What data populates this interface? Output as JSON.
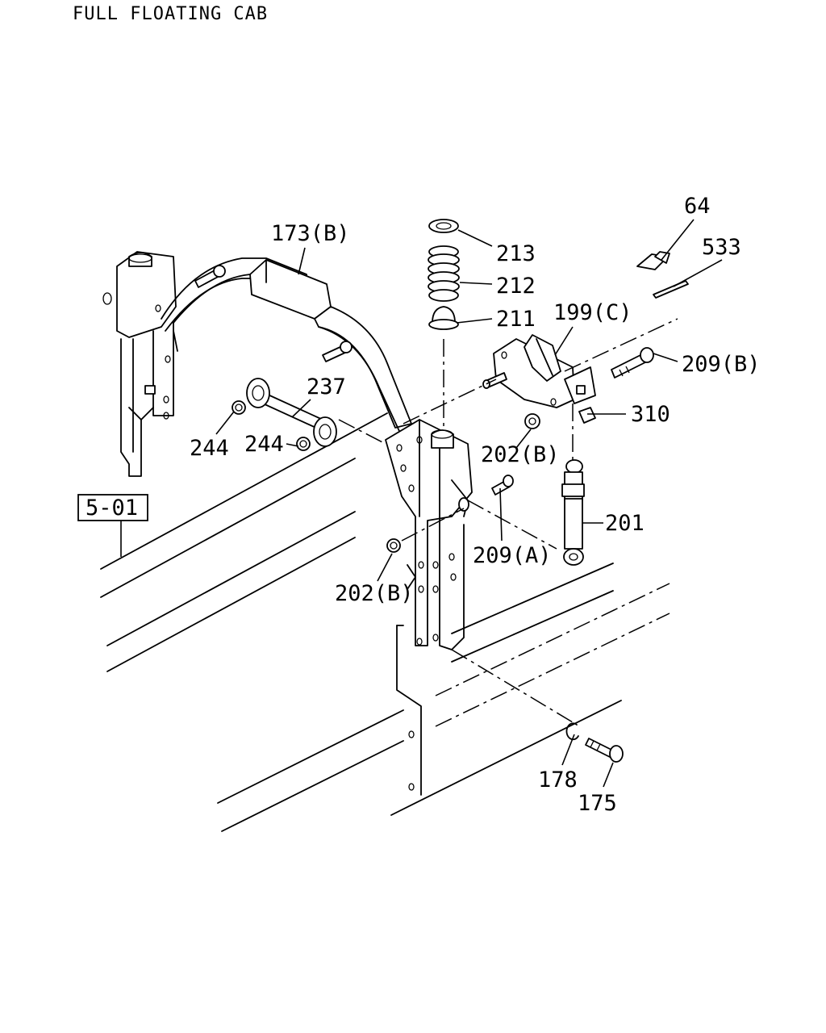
{
  "title": "FULL FLOATING CAB",
  "reference": "5-01",
  "parts": {
    "p64": "64",
    "p533": "533",
    "p173b": "173(B)",
    "p213": "213",
    "p212": "212",
    "p211": "211",
    "p199c": "199(C)",
    "p209b": "209(B)",
    "p310": "310",
    "p237": "237",
    "p244a": "244",
    "p244b": "244",
    "p202b_upper": "202(B)",
    "p202b_lower": "202(B)",
    "p209a": "209(A)",
    "p201": "201",
    "p178": "178",
    "p175": "175"
  }
}
